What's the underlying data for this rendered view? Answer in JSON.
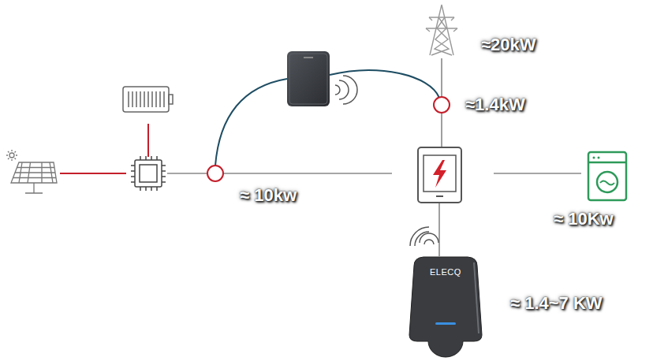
{
  "diagram": {
    "nodes": [
      {
        "text": [
          "ELECQ"
        ]
      }
    ],
    "labels": [
      "≈20kW",
      "≈1.4kW",
      "≈ 10kw",
      "≈ 10Kw",
      "≈ 1.4~7 KW"
    ]
  }
}
